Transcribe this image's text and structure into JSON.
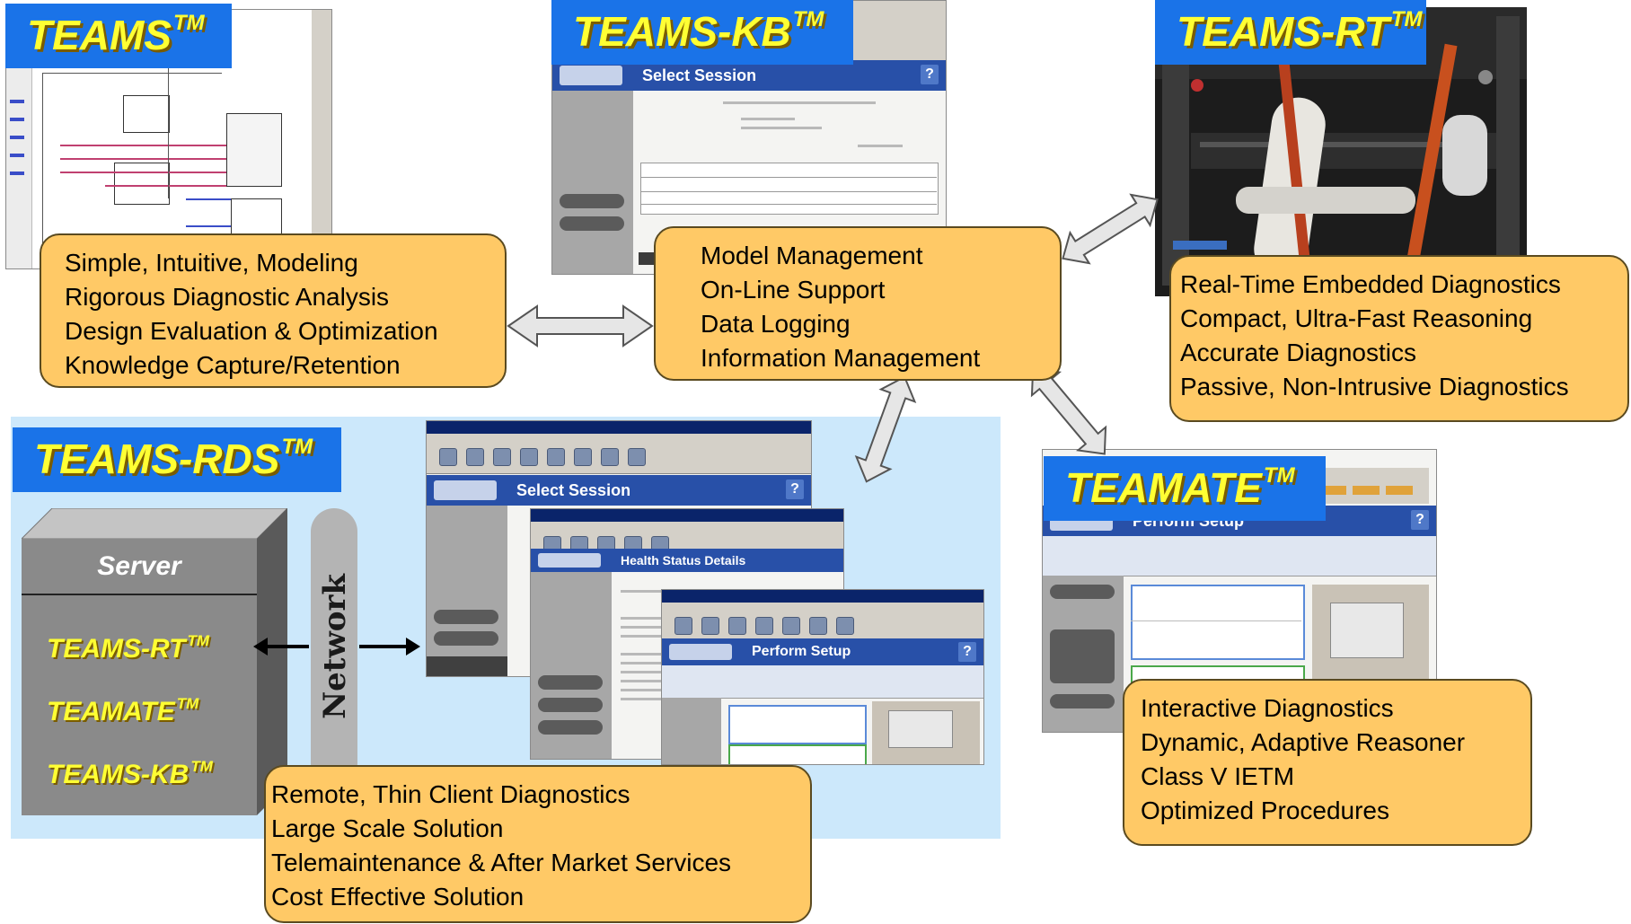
{
  "products": {
    "teams": {
      "name": "TEAMS",
      "tm": "TM"
    },
    "kb": {
      "name": "TEAMS-KB",
      "tm": "TM"
    },
    "rt": {
      "name": "TEAMS-RT",
      "tm": "TM"
    },
    "rds": {
      "name": "TEAMS-RDS",
      "tm": "TM"
    },
    "teamate": {
      "name": "TEAMATE",
      "tm": "TM"
    }
  },
  "features": {
    "teams": [
      "Simple, Intuitive, Modeling",
      "Rigorous Diagnostic Analysis",
      "Design Evaluation & Optimization",
      "Knowledge Capture/Retention"
    ],
    "kb": [
      "Model Management",
      "On-Line Support",
      "Data Logging",
      "Information Management"
    ],
    "rt": [
      "Real-Time Embedded Diagnostics",
      "Compact, Ultra-Fast Reasoning",
      "Accurate Diagnostics",
      "Passive, Non-Intrusive Diagnostics"
    ],
    "rds": [
      "Remote, Thin Client Diagnostics",
      "Large Scale Solution",
      "Telemaintenance & After Market Services",
      "Cost Effective Solution"
    ],
    "teamate": [
      "Interactive Diagnostics",
      "Dynamic, Adaptive Reasoner",
      "Class V IETM",
      "Optimized Procedures"
    ]
  },
  "server": {
    "label": "Server",
    "items": [
      {
        "name": "TEAMS-RT",
        "tm": "TM"
      },
      {
        "name": "TEAMATE",
        "tm": "TM"
      },
      {
        "name": "TEAMS-KB",
        "tm": "TM"
      }
    ]
  },
  "network_label": "Network",
  "screens": {
    "select_session": "Select Session",
    "health_status": "Health Status Details",
    "perform_setup": "Perform Setup"
  },
  "colors": {
    "tag_bg": "#1a73e8",
    "tag_text": "#ffff33",
    "feature_box": "#ffc966",
    "rds_panel": "#cce8fb",
    "server": "#8a8a8a"
  }
}
